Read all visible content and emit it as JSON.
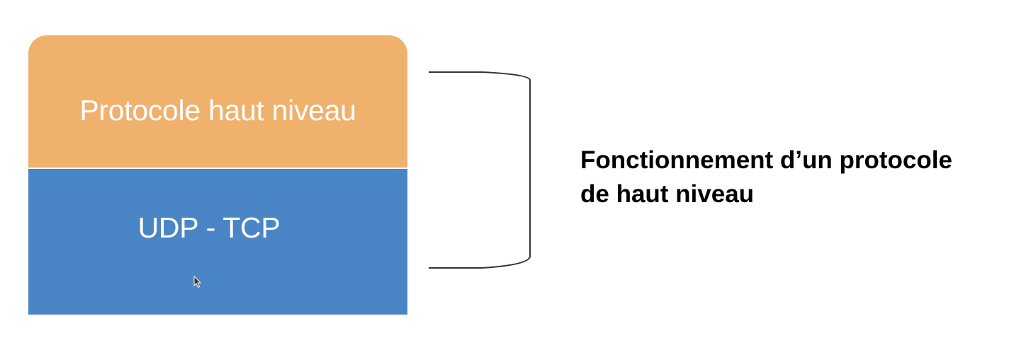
{
  "diagram": {
    "layers": [
      {
        "label": "Protocole haut niveau",
        "color": "#F0B16D"
      },
      {
        "label": "UDP - TCP",
        "color": "#4A86C5"
      }
    ],
    "caption": {
      "line1": "Fonctionnement d’un protocole",
      "line2": "de haut niveau"
    },
    "brace_color": "#333333",
    "icons": [
      "bracket-icon",
      "mouse-cursor-icon"
    ]
  }
}
